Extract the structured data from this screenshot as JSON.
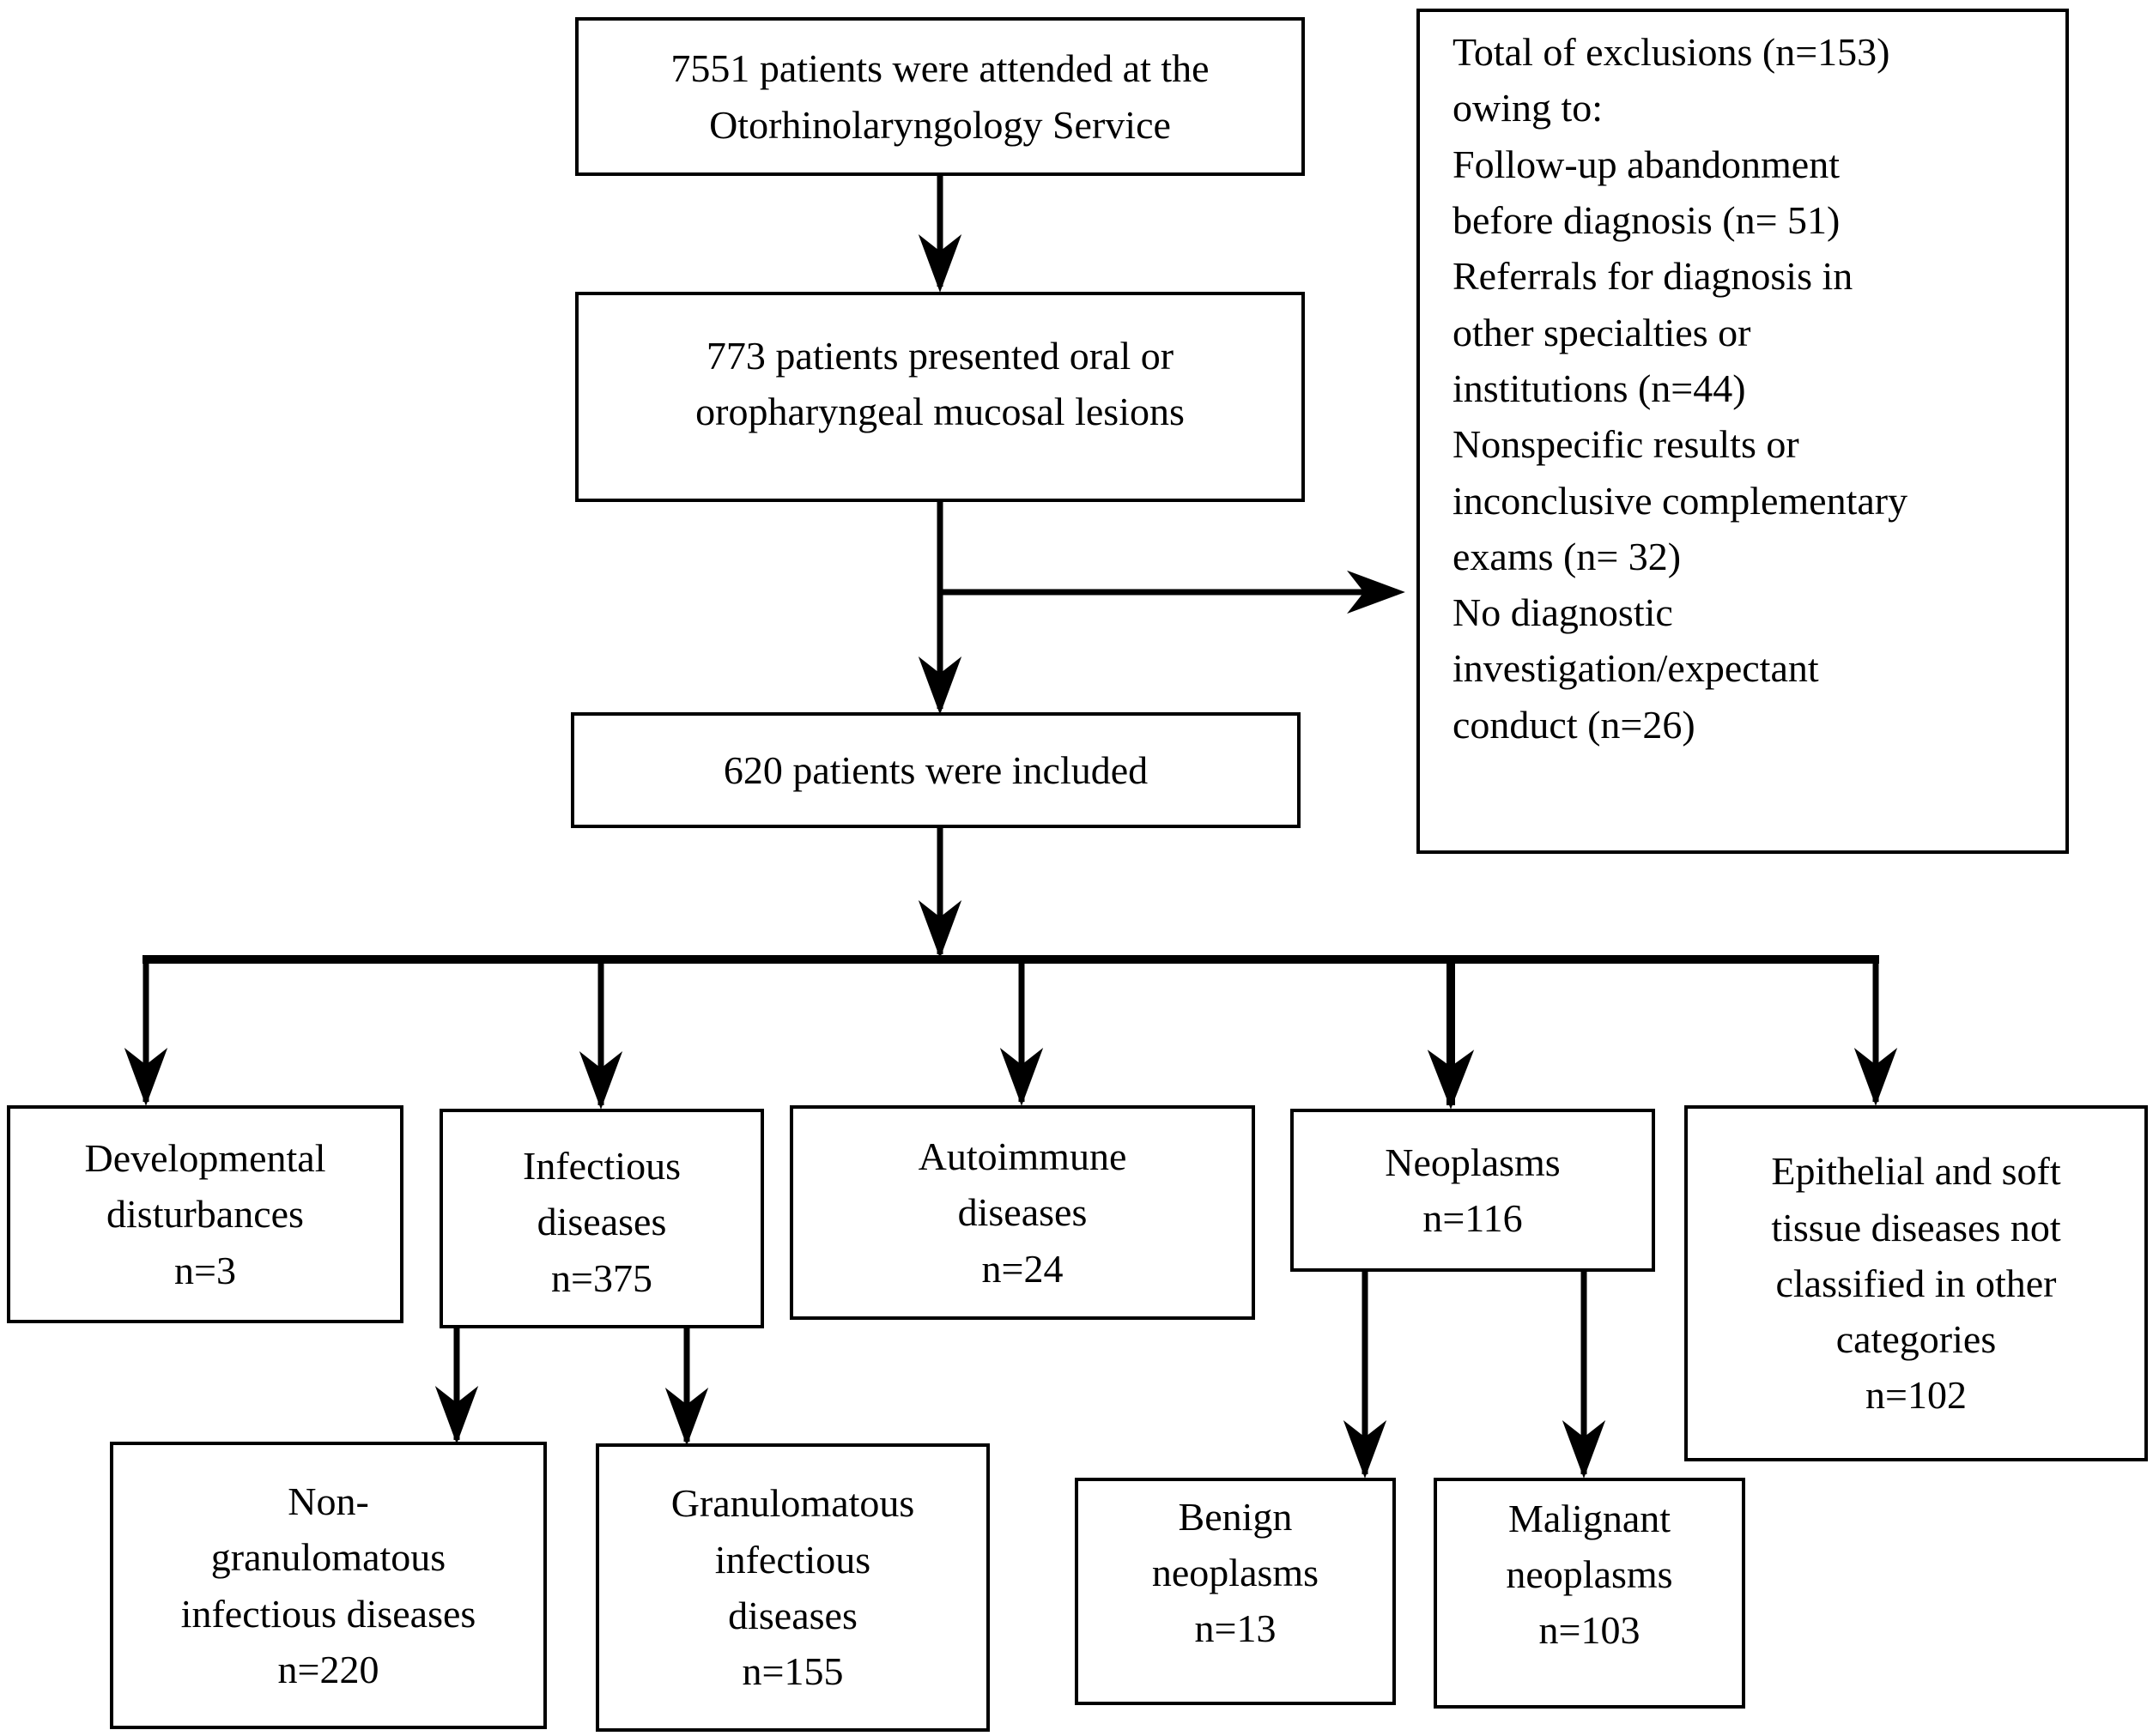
{
  "appearance": {
    "background_color": "#ffffff",
    "line_color": "#000000",
    "text_color": "#000000"
  },
  "nodes": {
    "attended": {
      "lines": [
        "7551 patients were attended at the",
        "Otorhinolaryngology Service"
      ]
    },
    "lesions": {
      "lines": [
        "773 patients presented oral or",
        "oropharyngeal mucosal lesions"
      ]
    },
    "included": {
      "lines": [
        "620 patients were included"
      ]
    },
    "exclusions": {
      "lines": [
        "Total of exclusions (n=153)",
        "owing to:",
        "Follow-up abandonment",
        "before diagnosis (n= 51)",
        "Referrals for diagnosis in",
        "other specialties or",
        "institutions (n=44)",
        "Nonspecific results or",
        "inconclusive complementary",
        "exams (n= 32)",
        "No diagnostic",
        "investigation/expectant",
        "conduct (n=26)"
      ]
    },
    "developmental": {
      "lines": [
        "Developmental",
        "disturbances",
        "n=3"
      ]
    },
    "infectious": {
      "lines": [
        "Infectious",
        "diseases",
        "n=375"
      ]
    },
    "autoimmune": {
      "lines": [
        "Autoimmune",
        "diseases",
        "n=24"
      ]
    },
    "neoplasms": {
      "lines": [
        "Neoplasms",
        "n=116"
      ]
    },
    "epithelial": {
      "lines": [
        "Epithelial and soft",
        "tissue diseases not",
        "classified in other",
        "categories",
        "n=102"
      ]
    },
    "non_granulomatous": {
      "lines": [
        "Non-",
        "granulomatous",
        "infectious diseases",
        "n=220"
      ]
    },
    "granulomatous": {
      "lines": [
        "Granulomatous",
        "infectious",
        "diseases",
        "n=155"
      ]
    },
    "benign": {
      "lines": [
        "Benign",
        "neoplasms",
        "n=13"
      ]
    },
    "malignant": {
      "lines": [
        "Malignant",
        "neoplasms",
        "n=103"
      ]
    }
  }
}
